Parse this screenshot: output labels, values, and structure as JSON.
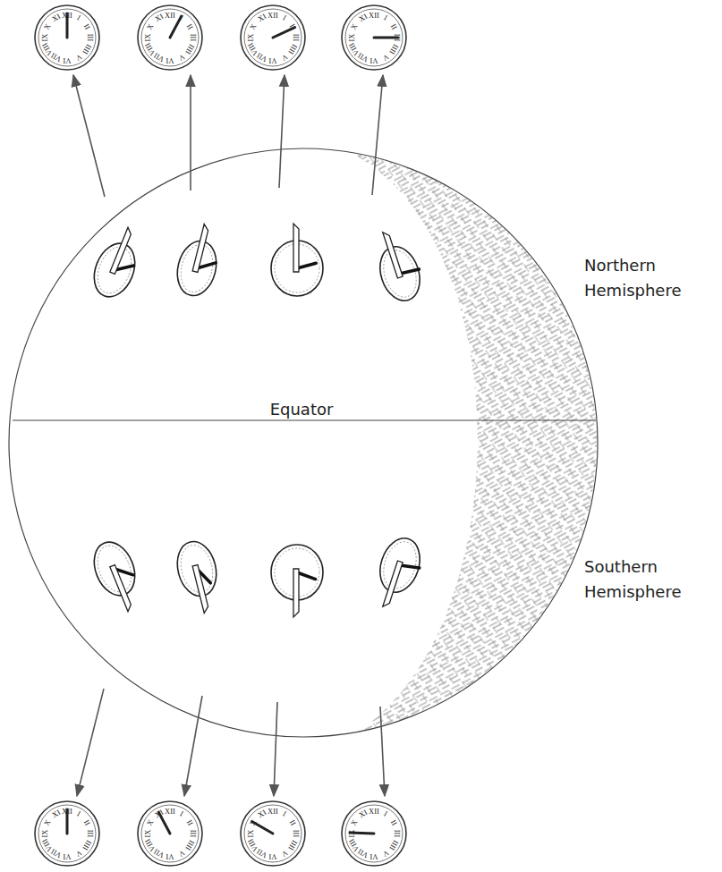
{
  "diagram": {
    "labels": [
      "Northern Hemisphere",
      "Equator",
      "Southern Hemisphere",
      "XII",
      "I",
      "II",
      "III",
      "IIII",
      "V",
      "VI",
      "VII",
      "VIII",
      "IX",
      "X",
      "XI",
      "XII",
      "I",
      "II",
      "III",
      "IIII",
      "V",
      "VI",
      "VII",
      "VIII",
      "IX",
      "X",
      "XI",
      "XII",
      "I",
      "II",
      "III",
      "IIII",
      "V",
      "VI",
      "VII",
      "VIII",
      "IX",
      "X",
      "XI",
      "XII",
      "I",
      "II",
      "III",
      "IIII",
      "V",
      "VI",
      "VII",
      "VIII",
      "IX",
      "X",
      "XI",
      "XII",
      "I",
      "II",
      "III",
      "IIII",
      "V",
      "VI",
      "VII",
      "VIII",
      "IX",
      "X",
      "XI",
      "XII",
      "I",
      "II",
      "III",
      "IIII",
      "V",
      "VI",
      "VII",
      "VIII",
      "IX",
      "X",
      "XI",
      "XII",
      "I",
      "II",
      "III",
      "IIII",
      "V",
      "VI",
      "VII",
      "VIII",
      "IX",
      "X",
      "XI",
      "XII",
      "I",
      "II",
      "III",
      "IIII",
      "V",
      "VI",
      "VII",
      "VIII",
      "IX",
      "X",
      "XI"
    ]
  }
}
